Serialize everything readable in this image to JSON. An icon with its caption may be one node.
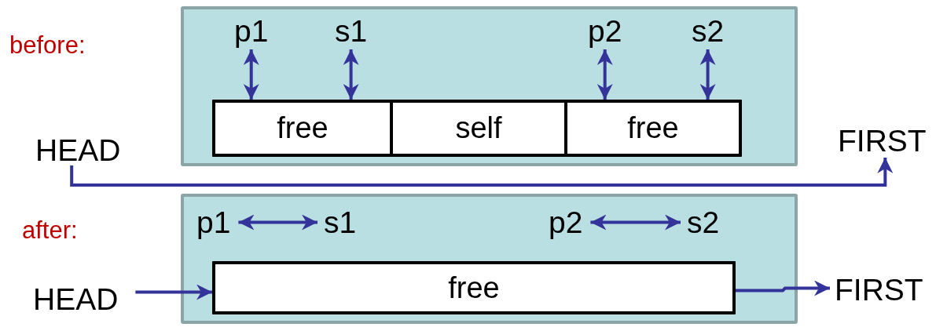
{
  "diagram": {
    "nodes": [
      {
        "text": [],
        "shape": "box"
      },
      {
        "text": [
          "free"
        ],
        "in": 0
      },
      {
        "text": [
          "self"
        ],
        "in": 0
      },
      {
        "text": [
          "free"
        ],
        "in": 0
      },
      {
        "text": [
          "p1"
        ],
        "in": 0
      },
      {
        "text": [
          "s1"
        ],
        "in": 0
      },
      {
        "text": [
          "p2"
        ],
        "in": 0
      },
      {
        "text": [
          "s2"
        ],
        "in": 0
      },
      {
        "text": [
          "HEAD"
        ]
      },
      {
        "text": [
          "FIRST"
        ]
      },
      {
        "text": [],
        "shape": "box"
      },
      {
        "text": [
          "p1"
        ],
        "in": 10
      },
      {
        "text": [
          "s1"
        ],
        "in": 10
      },
      {
        "text": [
          "p2"
        ],
        "in": 10
      },
      {
        "text": [
          "s2"
        ],
        "in": 10
      },
      {
        "text": [
          "free"
        ],
        "in": 10
      },
      {
        "text": [
          "HEAD"
        ]
      },
      {
        "text": [
          "FIRST"
        ]
      }
    ],
    "edges": [
      {
        "from": 4,
        "to": 1,
        "arrow": "both"
      },
      {
        "from": 5,
        "to": 1,
        "arrow": "both"
      },
      {
        "from": 6,
        "to": 3,
        "arrow": "both"
      },
      {
        "from": 7,
        "to": 3,
        "arrow": "both"
      },
      {
        "from": 8,
        "to": 9,
        "arrow": "to"
      },
      {
        "from": 11,
        "to": 12,
        "arrow": "both"
      },
      {
        "from": 13,
        "to": 14,
        "arrow": "both"
      },
      {
        "from": 16,
        "to": 15,
        "arrow": "to"
      },
      {
        "from": 15,
        "to": 17,
        "arrow": "to"
      }
    ],
    "labels": [
      "before:",
      "after:"
    ]
  }
}
